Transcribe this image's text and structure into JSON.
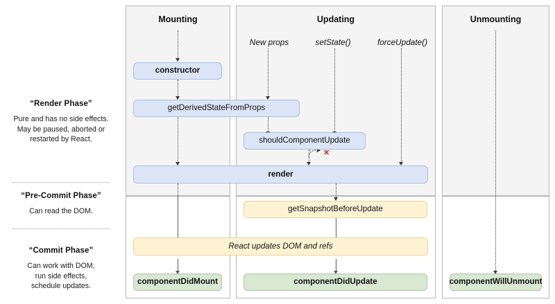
{
  "legend": {
    "phases": [
      {
        "title": "“Render Phase”",
        "body": "Pure and has no side effects.\nMay be paused, aborted or\nrestarted by React."
      },
      {
        "title": "“Pre-Commit Phase”",
        "body": "Can read the DOM."
      },
      {
        "title": "“Commit Phase”",
        "body": "Can work with DOM,\nrun side effects,\nschedule updates."
      }
    ]
  },
  "columns": [
    {
      "header": "Mounting"
    },
    {
      "header": "Updating"
    },
    {
      "header": "Unmounting"
    }
  ],
  "triggers": [
    {
      "label": "New props"
    },
    {
      "label": "setState()"
    },
    {
      "label": "forceUpdate()"
    }
  ],
  "nodes": {
    "constructor": "constructor",
    "get_derived_state_from_props": "getDerivedStateFromProps",
    "should_component_update": "shouldComponentUpdate",
    "render": "render",
    "get_snapshot_before_update": "getSnapshotBeforeUpdate",
    "react_updates_dom": "React updates DOM and refs",
    "component_did_mount": "componentDidMount",
    "component_did_update": "componentDidUpdate",
    "component_will_unmount": "componentWillUnmount"
  },
  "markers": {
    "skip_render": "✕"
  },
  "colors": {
    "render_phase_box": "#dbe5f6",
    "commit_phase_box": "#d9e8d3",
    "pre_commit_box": "#fdf3d3",
    "skip_marker": "#cc2222",
    "panel_grey": "#f4f4f4",
    "panel_white": "#ffffff"
  }
}
